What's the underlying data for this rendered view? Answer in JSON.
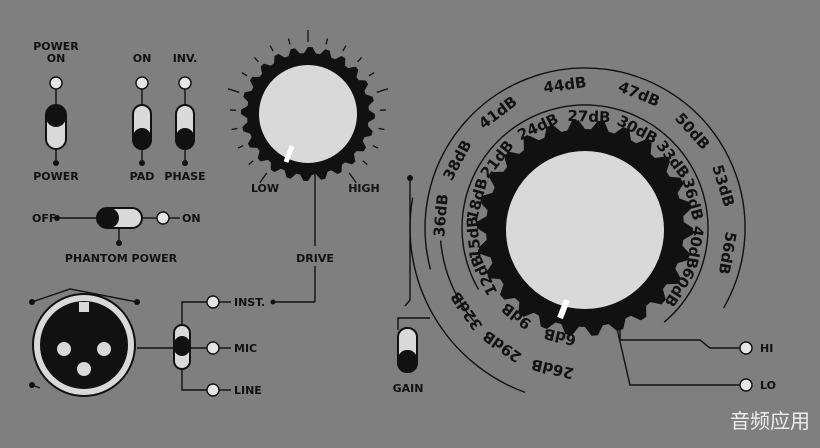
{
  "switches": {
    "power_top": "POWER",
    "power_on": "ON",
    "power_bottom": "POWER",
    "pad_top": "ON",
    "pad_bottom": "PAD",
    "phase_top": "INV.",
    "phase_bottom": "PHASE"
  },
  "phantom": {
    "off": "OFF",
    "on": "ON",
    "label": "PHANTOM POWER"
  },
  "drive": {
    "low": "LOW",
    "high": "HIGH",
    "label": "DRIVE"
  },
  "inputs": {
    "inst": "INST.",
    "mic": "MIC",
    "line": "LINE"
  },
  "gain": {
    "label": "GAIN"
  },
  "outputs": {
    "hi": "HI",
    "lo": "LO"
  },
  "gain_scale_inner": [
    "12dB",
    "15dB",
    "18dB",
    "21dB",
    "24dB",
    "27dB",
    "30dB",
    "33dB",
    "36dB",
    "40dB",
    "60dB",
    "9dB",
    "6dB"
  ],
  "gain_scale_outer": [
    "36dB",
    "38dB",
    "41dB",
    "44dB",
    "47dB",
    "50dB",
    "53dB",
    "56dB",
    "32dB",
    "29dB",
    "26dB"
  ],
  "watermark": "音频应用"
}
